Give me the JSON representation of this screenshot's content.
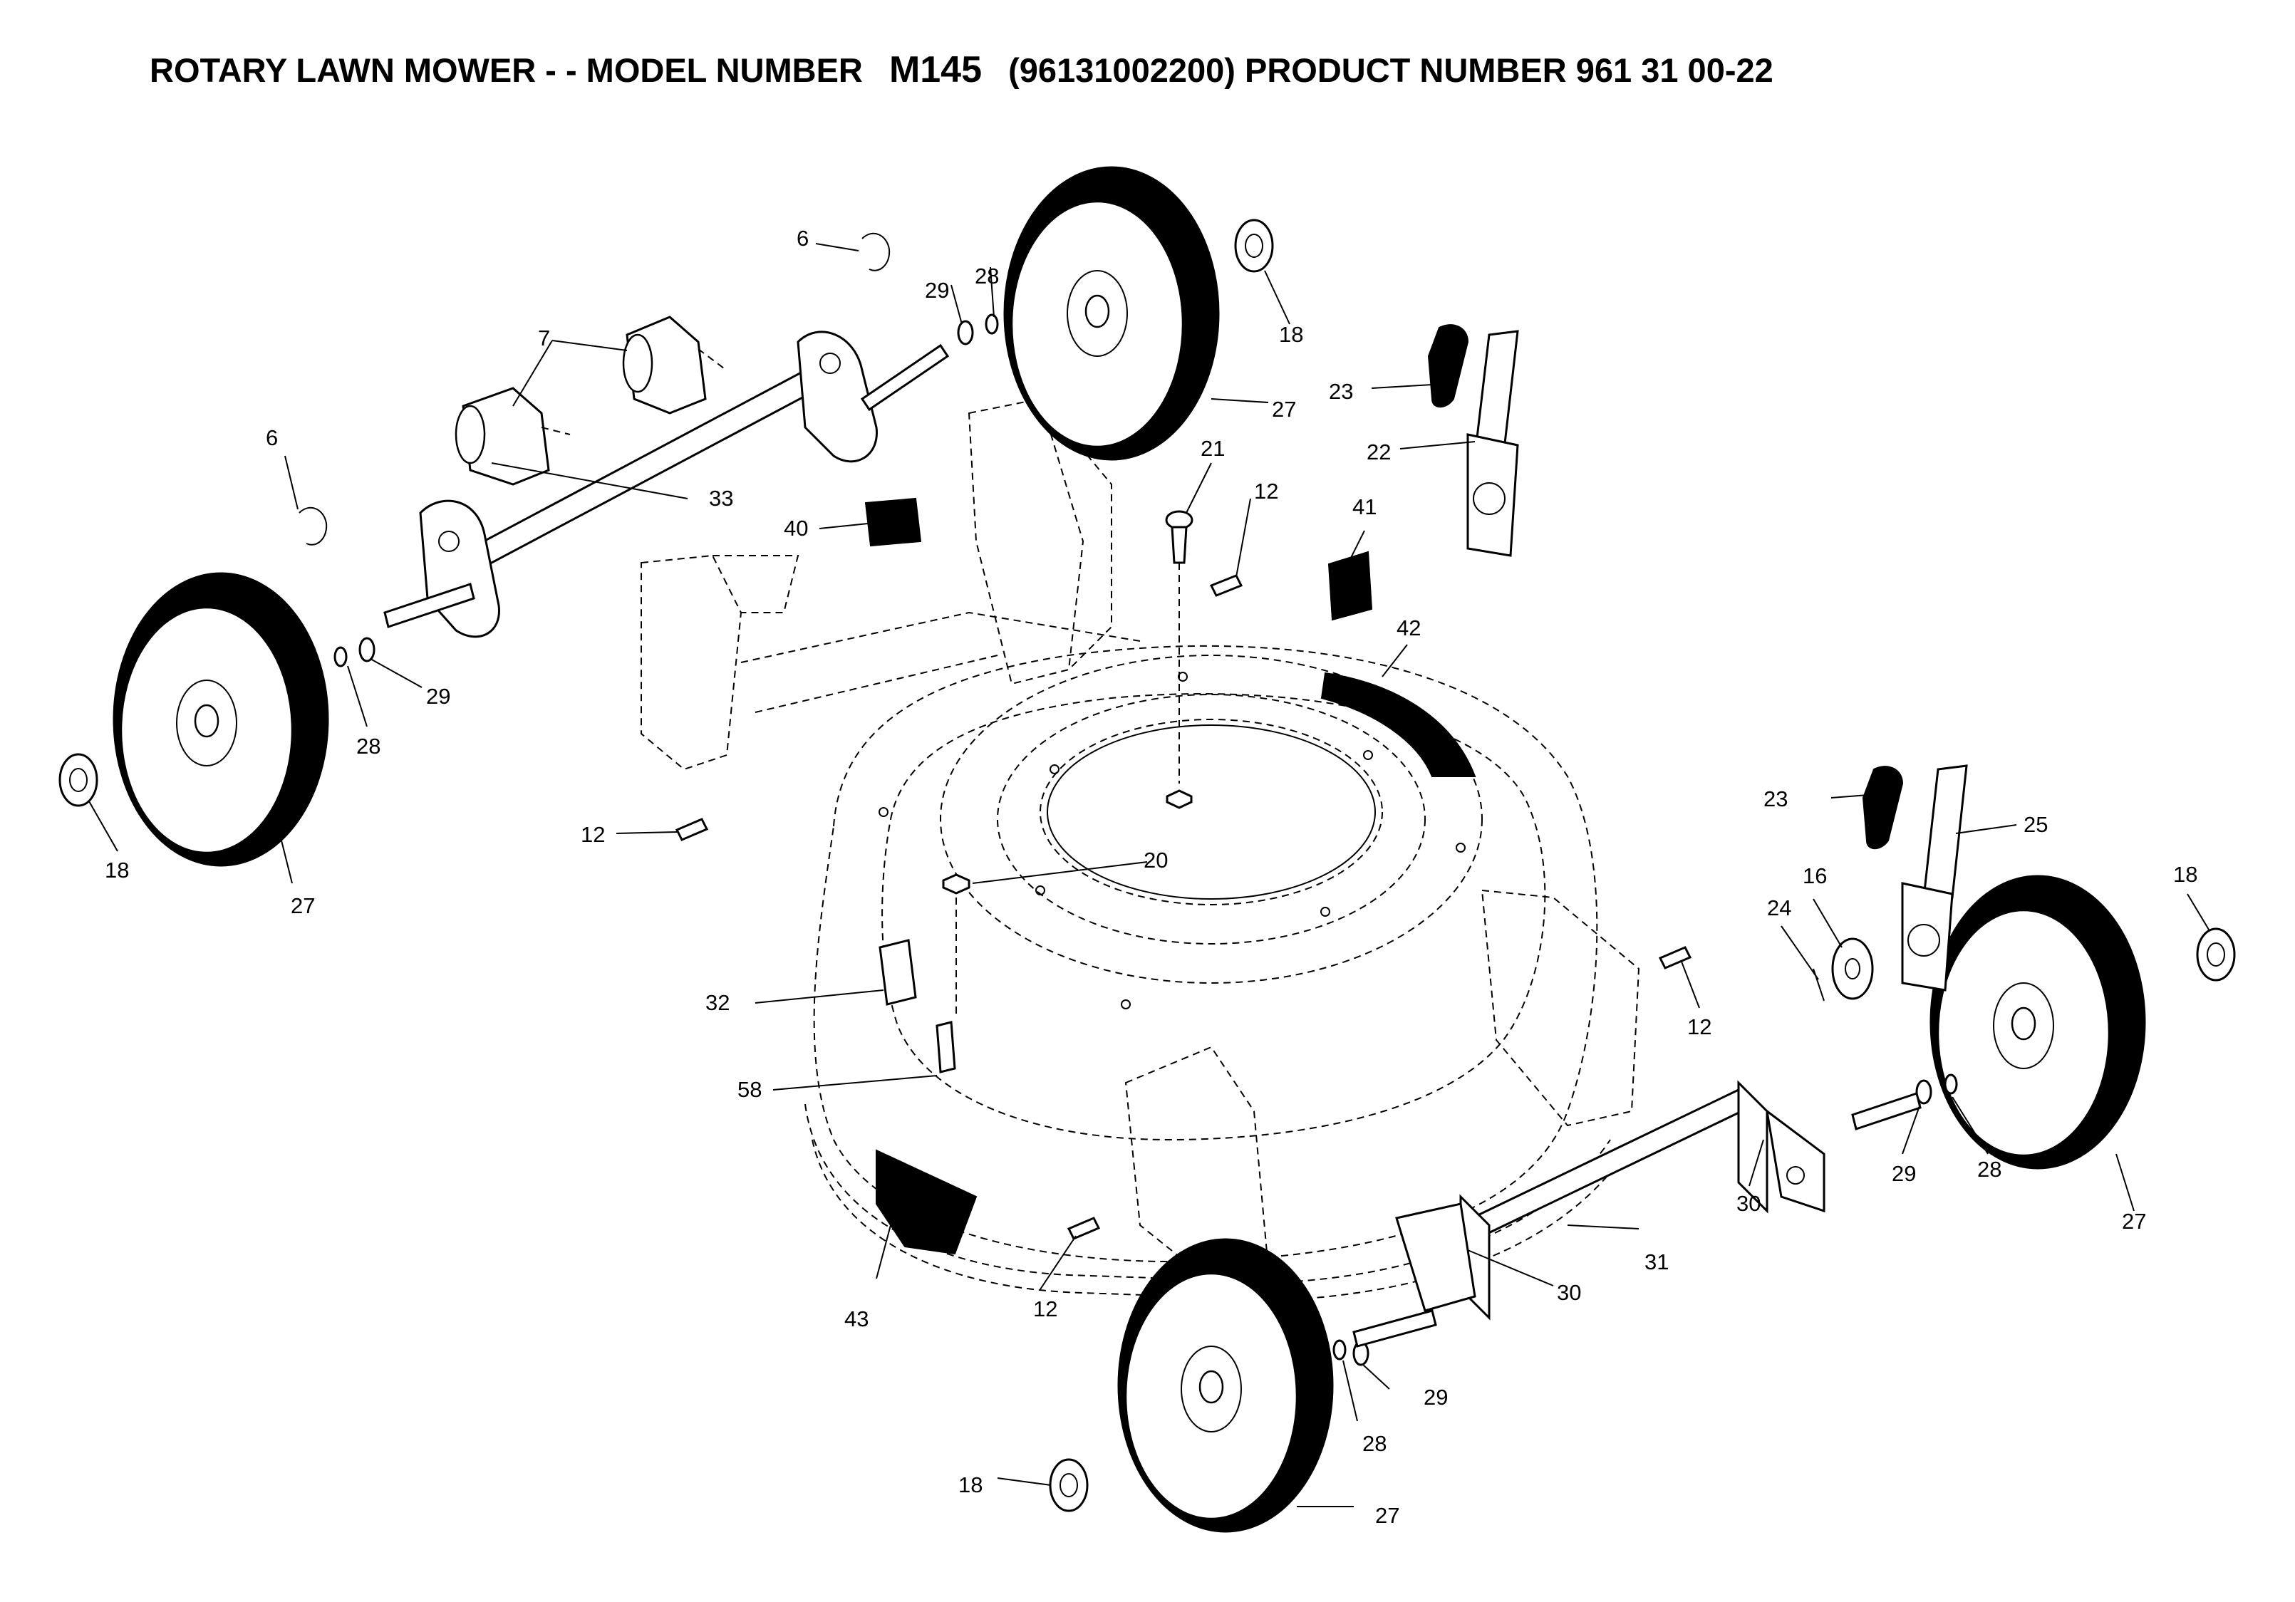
{
  "title": {
    "prefix": "ROTARY LAWN MOWER - - MODEL NUMBER",
    "model": "M145",
    "suffix": "(96131002200) PRODUCT NUMBER 961 31 00-22"
  },
  "callouts": {
    "c6a": "6",
    "c6b": "6",
    "c7": "7",
    "c29a": "29",
    "c28a": "28",
    "c18a": "18",
    "c27a": "27",
    "c33": "33",
    "c23a": "23",
    "c22": "22",
    "c21": "21",
    "c12a": "12",
    "c40": "40",
    "c41": "41",
    "c42": "42",
    "c28b": "28",
    "c29b": "29",
    "c18b": "18",
    "c27b": "27",
    "c12b": "12",
    "c20": "20",
    "c32": "32",
    "c58": "58",
    "c23b": "23",
    "c25": "25",
    "c16": "16",
    "c24": "24",
    "c18c": "18",
    "c12c": "12",
    "c29c": "29",
    "c28c": "28",
    "c30a": "30",
    "c27c": "27",
    "c31": "31",
    "c30b": "30",
    "c43": "43",
    "c12d": "12",
    "c29d": "29",
    "c28d": "28",
    "c18d": "18",
    "c27d": "27"
  },
  "colors": {
    "ink": "#000000",
    "paper": "#ffffff"
  }
}
